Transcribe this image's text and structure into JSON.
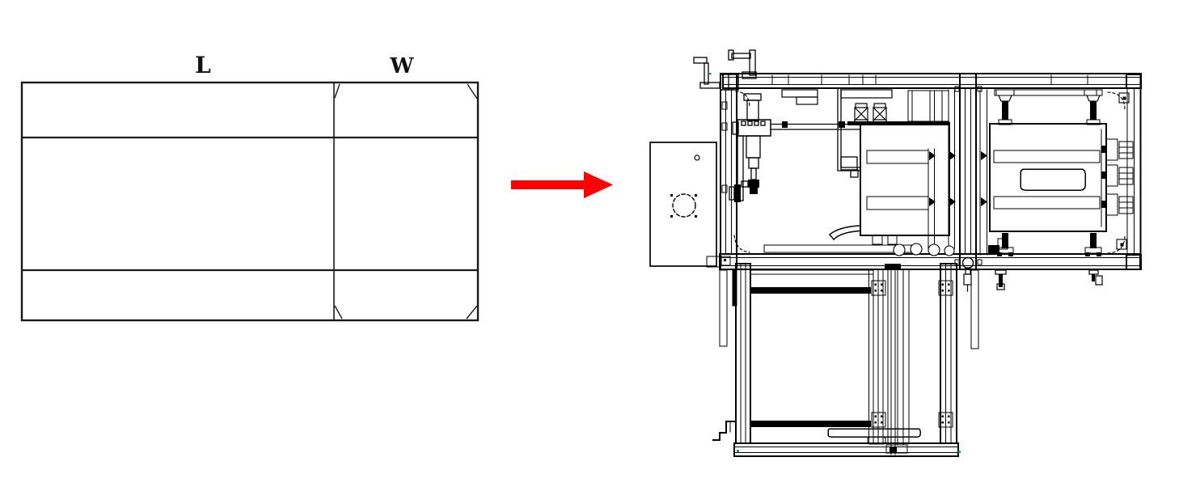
{
  "page": {
    "background": "#ffffff"
  },
  "blank_diagram": {
    "length_label": "L",
    "width_label": "W",
    "line_color": "#1a1a1a"
  },
  "flow_arrow": {
    "direction": "right",
    "color": "#FF0000"
  },
  "machine_drawing": {
    "line_color": "#000000",
    "endpoint_marker_color": "#00B050",
    "components": [
      "crank-handles",
      "side-panel",
      "glue-applicator",
      "solenoid-valves",
      "left-platen",
      "guide-rails",
      "center-column",
      "right-platen",
      "corner-brackets",
      "blank-magazine",
      "feed-bars",
      "pusher-bar",
      "support-posts",
      "air-hose"
    ]
  }
}
